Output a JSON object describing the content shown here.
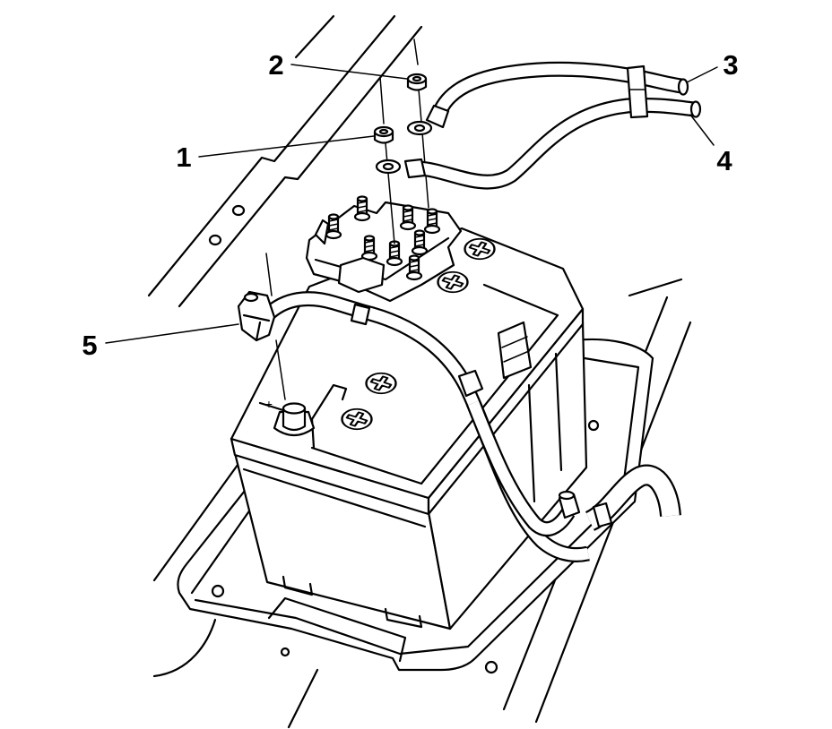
{
  "callouts": [
    {
      "label": "1"
    },
    {
      "label": "2"
    },
    {
      "label": "3"
    },
    {
      "label": "4"
    },
    {
      "label": "5"
    }
  ],
  "battery": {
    "positive_mark": "+"
  }
}
